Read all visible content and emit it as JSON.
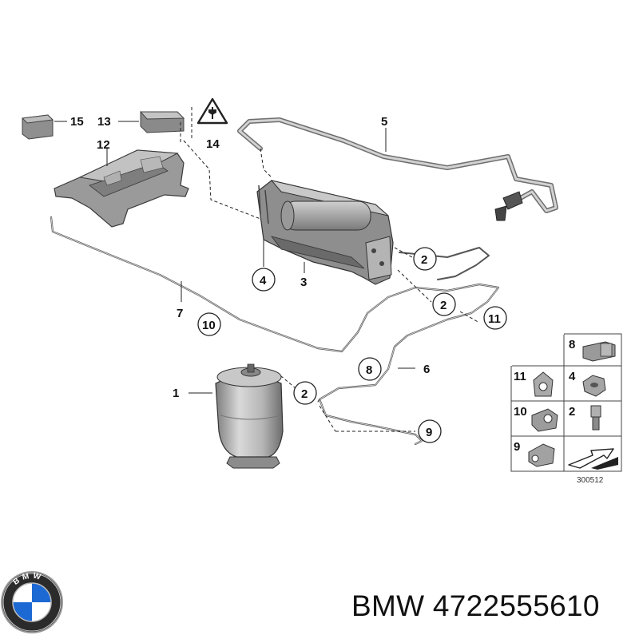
{
  "callouts": {
    "n1": "1",
    "n2": "2",
    "n3": "3",
    "n4": "4",
    "n5": "5",
    "n6": "6",
    "n7": "7",
    "n8": "8",
    "n9": "9",
    "n10": "10",
    "n11": "11",
    "n12": "12",
    "n13": "13",
    "n14": "14",
    "n15": "15"
  },
  "legend": {
    "items": [
      "8",
      "11",
      "4",
      "10",
      "2",
      "9"
    ],
    "diagram_number": "300512"
  },
  "footer": {
    "brand": "BMW",
    "part_number": "4722555610"
  },
  "logo": {
    "letters": "BMW"
  },
  "colors": {
    "part_gray": "#a9a9a9",
    "dark_gray": "#5a5a5a",
    "line": "#333333",
    "bmw_blue": "#1c69d4"
  }
}
